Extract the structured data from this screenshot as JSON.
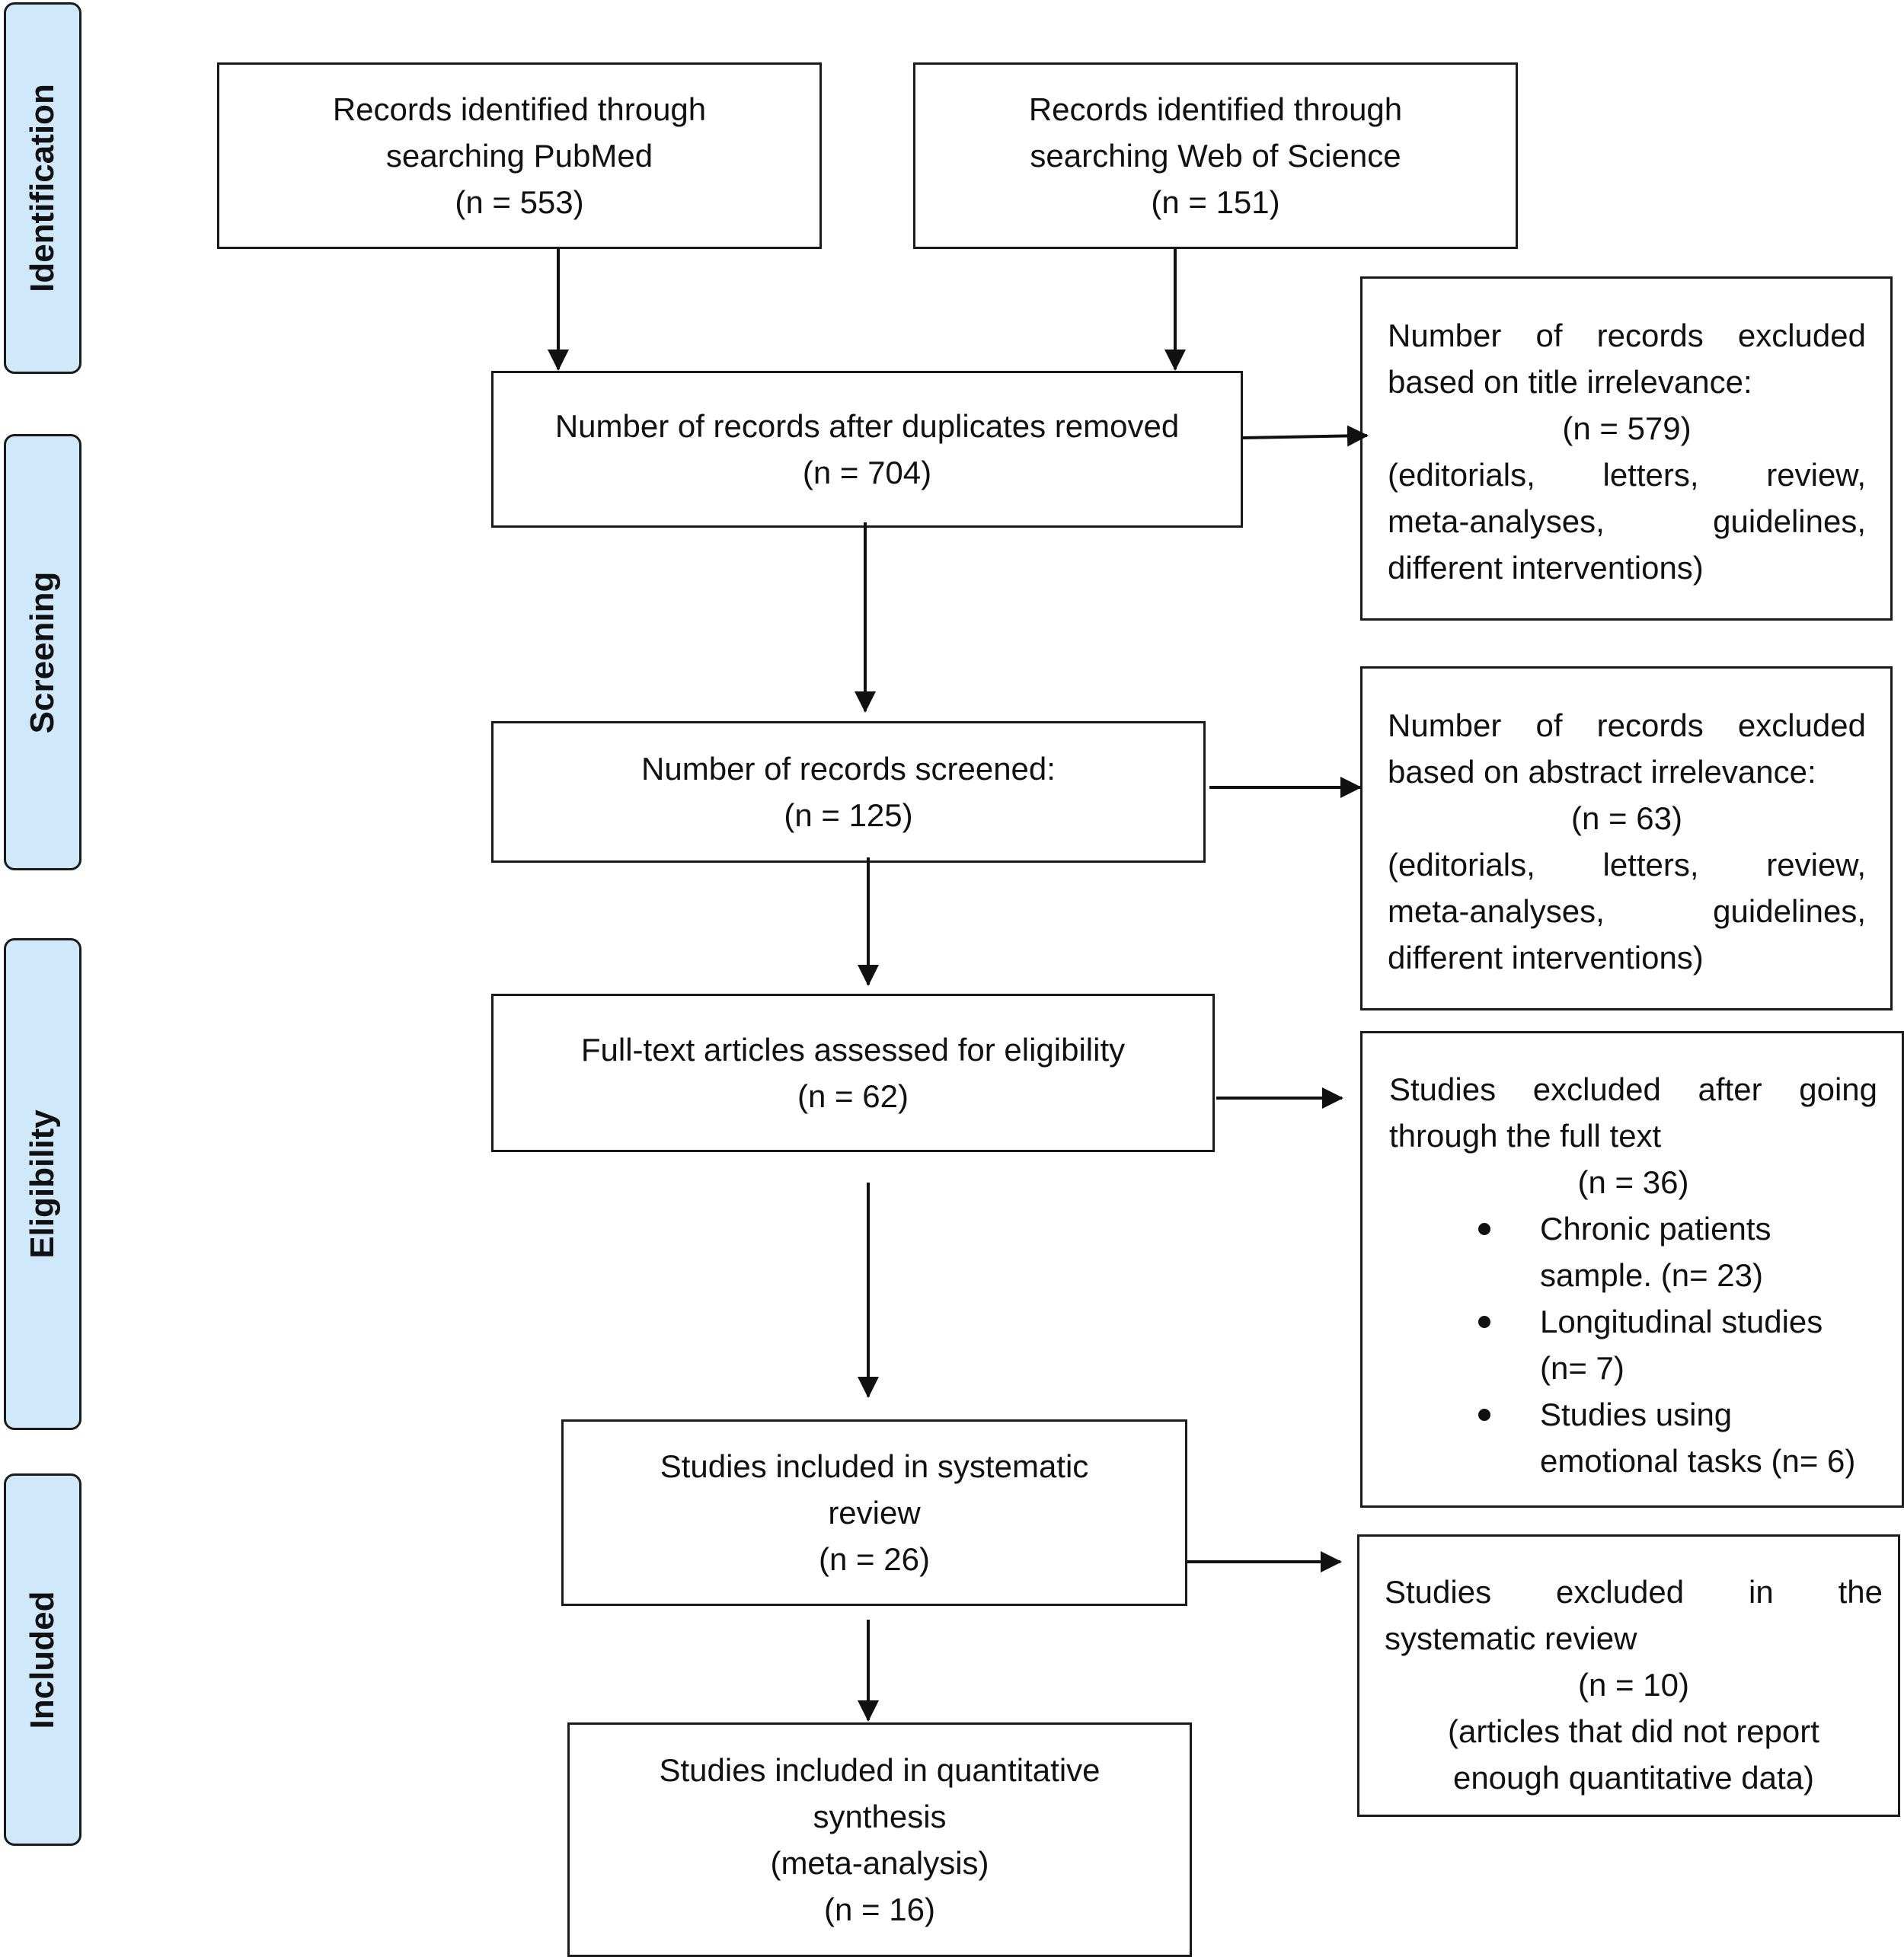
{
  "phases": {
    "identification": "Identification",
    "screening": "Screening",
    "eligibility": "Eligibility",
    "included": "Included"
  },
  "boxes": {
    "pubmed": {
      "lines": [
        "Records identified through",
        "searching PubMed",
        "(n = 553)"
      ]
    },
    "wos": {
      "lines": [
        "Records identified through",
        "searching Web of Science",
        "(n = 151)"
      ]
    },
    "after_duplicates": {
      "lines": [
        "Number of records after duplicates removed",
        "(n = 704)"
      ]
    },
    "excluded_title": {
      "lines": [
        "Number of records excluded",
        "based on title irrelevance:",
        "(n = 579)",
        "(editorials, letters, review,",
        "meta-analyses, guidelines,",
        "different interventions)"
      ]
    },
    "screened": {
      "lines": [
        "Number of records screened:",
        "(n = 125)"
      ]
    },
    "excluded_abstract": {
      "lines": [
        "Number of records excluded",
        "based on abstract irrelevance:",
        "(n = 63)",
        "(editorials, letters, review,",
        "meta-analyses, guidelines,",
        "different interventions)"
      ]
    },
    "fulltext": {
      "lines": [
        "Full-text articles assessed for eligibility",
        "(n = 62)"
      ]
    },
    "excluded_fulltext": {
      "lines": [
        "Studies excluded after going",
        "through the full text",
        "(n = 36)"
      ],
      "bullets": [
        [
          "Chronic patients",
          "sample. (n= 23)"
        ],
        [
          "Longitudinal studies",
          "(n= 7)"
        ],
        [
          "Studies using",
          "emotional tasks (n= 6)"
        ]
      ]
    },
    "systematic": {
      "lines": [
        "Studies included in systematic",
        "review",
        "(n = 26)"
      ]
    },
    "excluded_systematic": {
      "lines": [
        "Studies excluded in the",
        "systematic review",
        "(n = 10)",
        "(articles that did not report",
        "enough quantitative data)"
      ]
    },
    "quantitative": {
      "lines": [
        "Studies included in quantitative",
        "synthesis",
        "(meta-analysis)",
        "(n = 16)"
      ]
    }
  }
}
